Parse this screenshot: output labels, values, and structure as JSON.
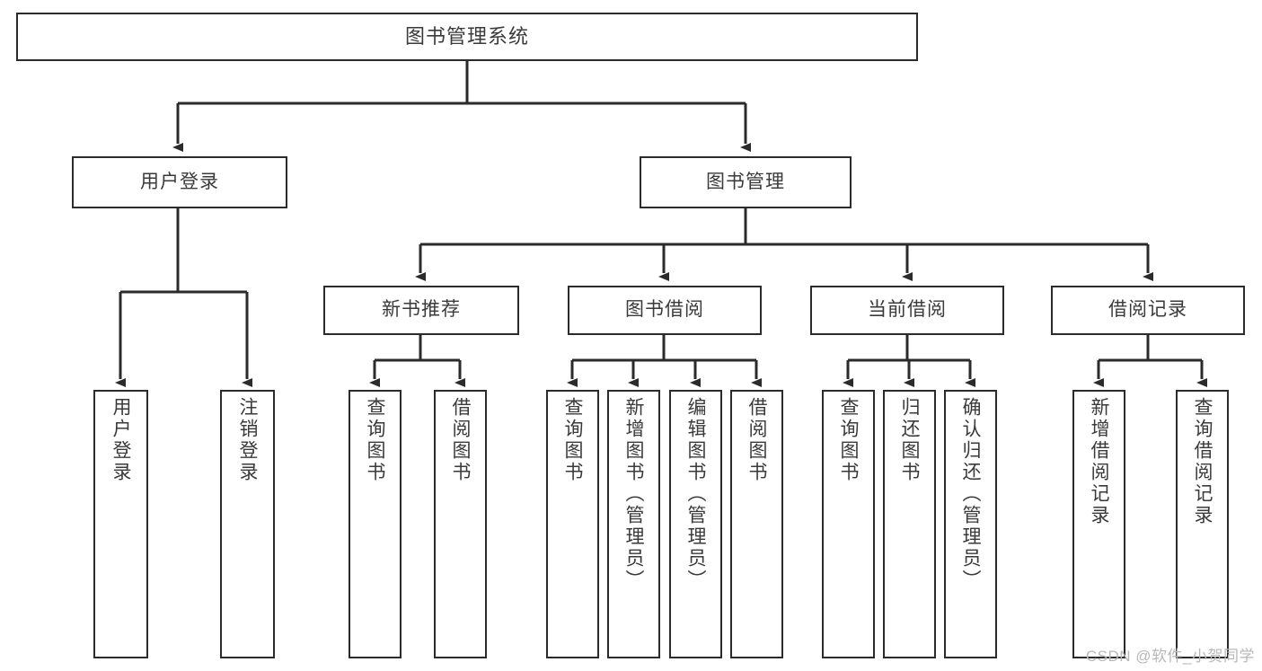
{
  "diagram": {
    "title": "图书管理系统",
    "type": "tree",
    "watermark": "CSDN @软件_小贺同学",
    "colors": {
      "box_border": "#2b2b2b",
      "box_fill": "#ffffff",
      "text": "#3a3a3a",
      "edge": "#2b2b2b",
      "watermark": "#b8b8b8",
      "background": "#ffffff"
    },
    "nodes": [
      {
        "id": "root",
        "label": "图书管理系统",
        "level": 0,
        "orientation": "horizontal"
      },
      {
        "id": "user-login",
        "label": "用户登录",
        "level": 1,
        "orientation": "horizontal"
      },
      {
        "id": "book-management",
        "label": "图书管理",
        "level": 1,
        "orientation": "horizontal"
      },
      {
        "id": "new-book-rec",
        "label": "新书推荐",
        "level": 2,
        "orientation": "horizontal"
      },
      {
        "id": "book-borrow",
        "label": "图书借阅",
        "level": 2,
        "orientation": "horizontal"
      },
      {
        "id": "current-borrow",
        "label": "当前借阅",
        "level": 2,
        "orientation": "horizontal"
      },
      {
        "id": "borrow-record",
        "label": "借阅记录",
        "level": 2,
        "orientation": "horizontal"
      },
      {
        "id": "leaf-user-login",
        "label": "用户登录",
        "level": 2,
        "orientation": "vertical"
      },
      {
        "id": "leaf-user-logout",
        "label": "注销登录",
        "level": 2,
        "orientation": "vertical"
      },
      {
        "id": "leaf-query-book-1",
        "label": "查询图书",
        "level": 3,
        "orientation": "vertical"
      },
      {
        "id": "leaf-borrow-book-1",
        "label": "借阅图书",
        "level": 3,
        "orientation": "vertical"
      },
      {
        "id": "leaf-query-book-2",
        "label": "查询图书",
        "level": 3,
        "orientation": "vertical"
      },
      {
        "id": "leaf-add-book",
        "label": "新增图书（管理员）",
        "level": 3,
        "orientation": "vertical"
      },
      {
        "id": "leaf-edit-book",
        "label": "编辑图书（管理员）",
        "level": 3,
        "orientation": "vertical"
      },
      {
        "id": "leaf-borrow-book-2",
        "label": "借阅图书",
        "level": 3,
        "orientation": "vertical"
      },
      {
        "id": "leaf-query-book-3",
        "label": "查询图书",
        "level": 3,
        "orientation": "vertical"
      },
      {
        "id": "leaf-return-book",
        "label": "归还图书",
        "level": 3,
        "orientation": "vertical"
      },
      {
        "id": "leaf-confirm-return",
        "label": "确认归还（管理员）",
        "level": 3,
        "orientation": "vertical"
      },
      {
        "id": "leaf-add-record",
        "label": "新增借阅记录",
        "level": 3,
        "orientation": "vertical"
      },
      {
        "id": "leaf-query-record",
        "label": "查询借阅记录",
        "level": 3,
        "orientation": "vertical"
      }
    ],
    "edges": [
      {
        "from": "root",
        "to": "user-login"
      },
      {
        "from": "root",
        "to": "book-management"
      },
      {
        "from": "user-login",
        "to": "leaf-user-login"
      },
      {
        "from": "user-login",
        "to": "leaf-user-logout"
      },
      {
        "from": "book-management",
        "to": "new-book-rec"
      },
      {
        "from": "book-management",
        "to": "book-borrow"
      },
      {
        "from": "book-management",
        "to": "current-borrow"
      },
      {
        "from": "book-management",
        "to": "borrow-record"
      },
      {
        "from": "new-book-rec",
        "to": "leaf-query-book-1"
      },
      {
        "from": "new-book-rec",
        "to": "leaf-borrow-book-1"
      },
      {
        "from": "book-borrow",
        "to": "leaf-query-book-2"
      },
      {
        "from": "book-borrow",
        "to": "leaf-add-book"
      },
      {
        "from": "book-borrow",
        "to": "leaf-edit-book"
      },
      {
        "from": "book-borrow",
        "to": "leaf-borrow-book-2"
      },
      {
        "from": "current-borrow",
        "to": "leaf-query-book-3"
      },
      {
        "from": "current-borrow",
        "to": "leaf-return-book"
      },
      {
        "from": "current-borrow",
        "to": "leaf-confirm-return"
      },
      {
        "from": "borrow-record",
        "to": "leaf-add-record"
      },
      {
        "from": "borrow-record",
        "to": "leaf-query-record"
      }
    ]
  }
}
